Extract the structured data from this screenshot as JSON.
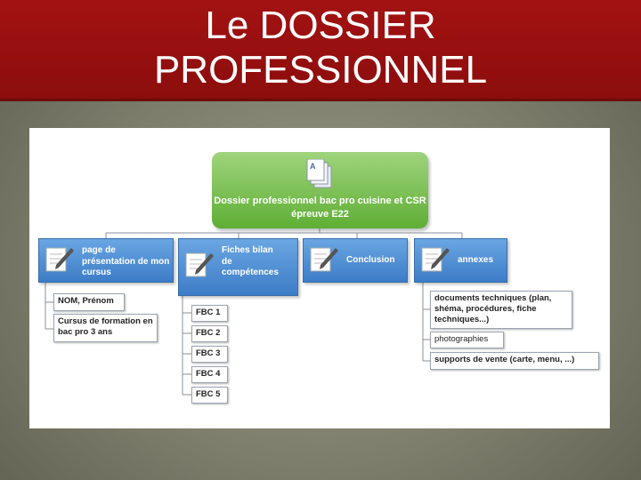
{
  "slide": {
    "title_line1": "Le DOSSIER",
    "title_line2": "PROFESSIONNEL"
  },
  "diagram": {
    "root": {
      "label": "Dossier professionnel bac pro cuisine et CSR épreuve E22",
      "icon": "documents-icon"
    },
    "branches": [
      {
        "label": "page de présentation de mon cursus",
        "icon": "pen-document-icon",
        "children": [
          "NOM, Prénom",
          "Cursus de formation en bac pro 3 ans"
        ]
      },
      {
        "label": "Fiches bilan de compétences",
        "icon": "pen-document-icon",
        "children": [
          "FBC 1",
          "FBC 2",
          "FBC 3",
          "FBC 4",
          "FBC 5"
        ]
      },
      {
        "label": "Conclusion",
        "icon": "pen-document-icon",
        "children": []
      },
      {
        "label": "annexes",
        "icon": "pen-document-icon",
        "children": [
          "documents techniques (plan, shéma, procédures, fiche techniques...)",
          "photographies",
          "supports de vente (carte, menu, ...)"
        ]
      }
    ]
  },
  "colors": {
    "title_bar": "#9e1111",
    "root_node": "#6cb83f",
    "branch_node": "#4a8ad2"
  }
}
